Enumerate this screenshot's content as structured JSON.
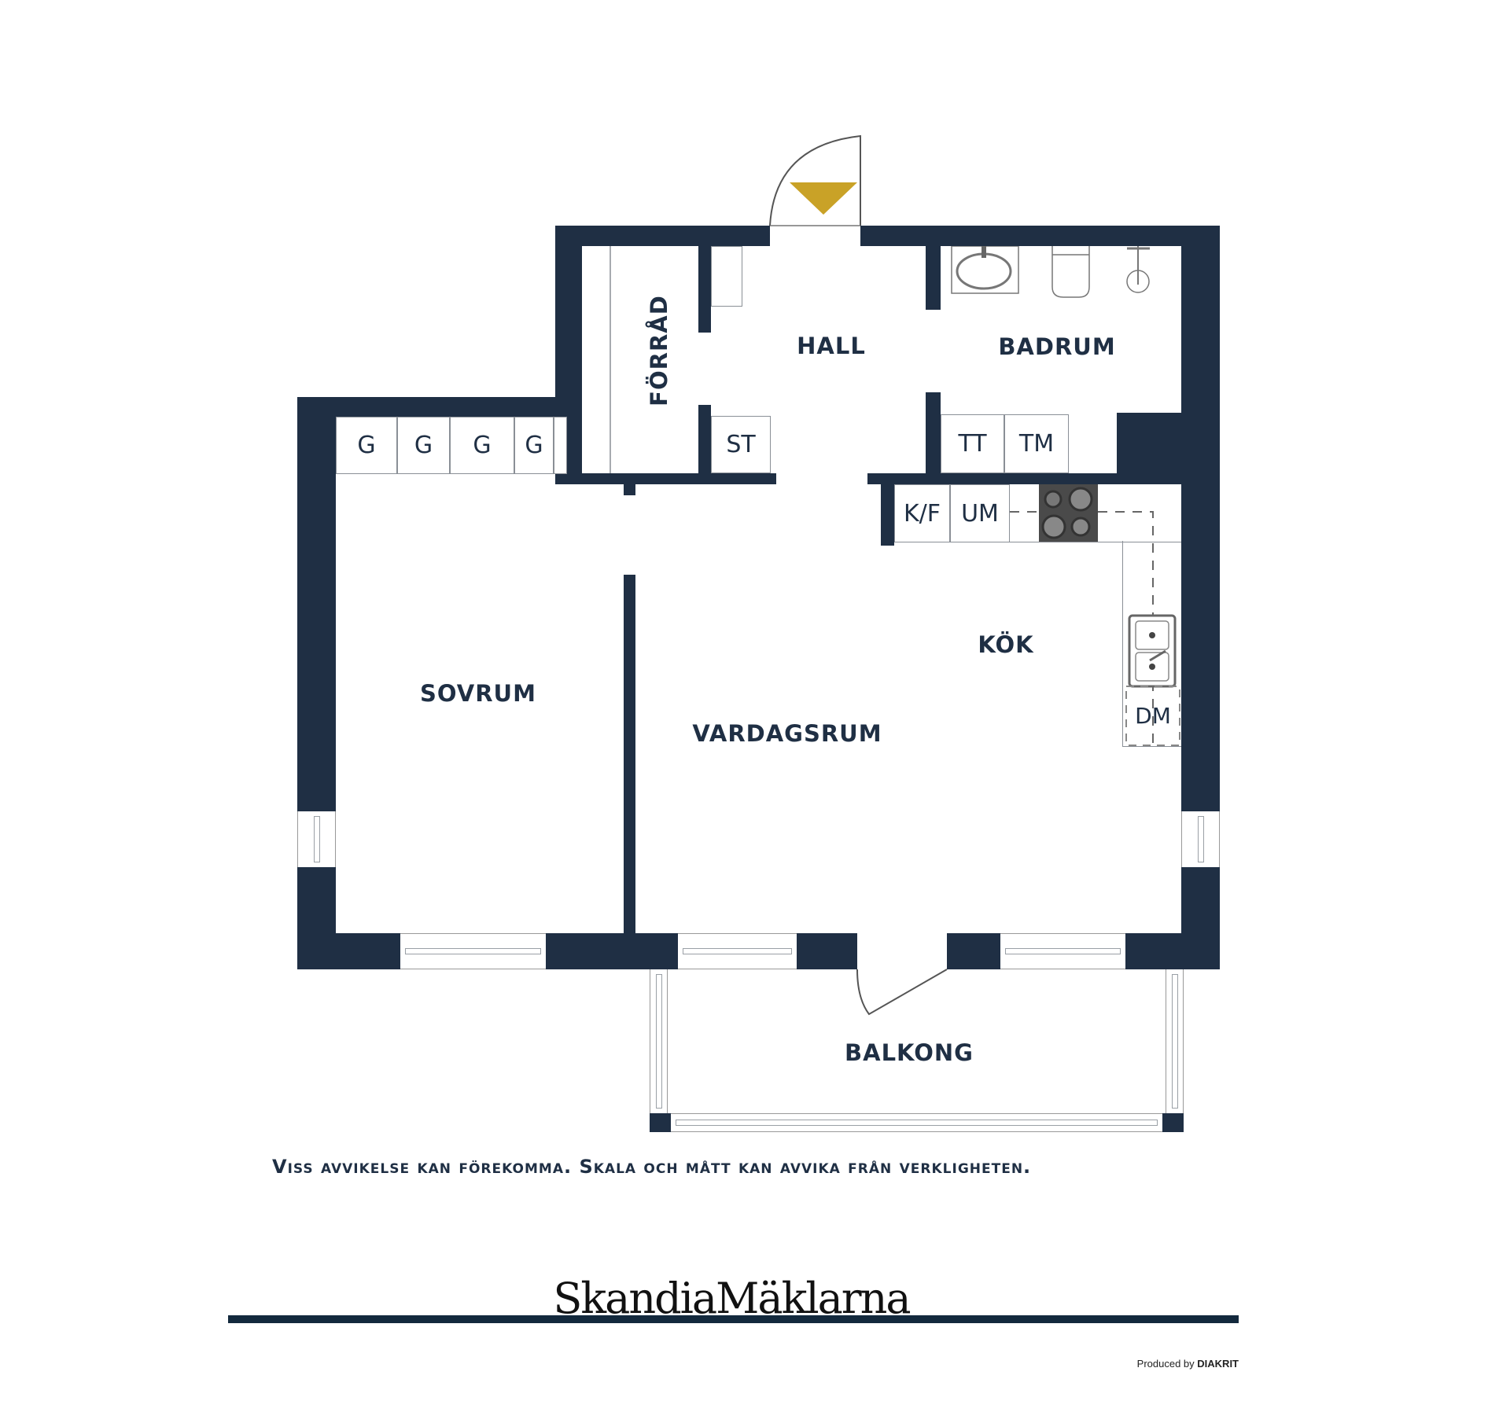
{
  "floorplan": {
    "rooms": {
      "forrad": "FÖRRÅD",
      "hall": "HALL",
      "badrum": "BADRUM",
      "sovrum": "SOVRUM",
      "vardagsrum": "VARDAGSRUM",
      "kok": "KÖK",
      "balkong": "BALKONG"
    },
    "fixtures": {
      "wardrobes": [
        "G",
        "G",
        "G",
        "G"
      ],
      "st": "ST",
      "tt": "TT",
      "tm": "TM",
      "kf": "K/F",
      "um": "UM",
      "dm": "DM"
    },
    "entrance_marker_color": "#c9a227",
    "wall_color": "#1f2f44"
  },
  "footer": {
    "disclaimer": "Viss avvikelse kan förekomma. Skala och mått kan avvika från verkligheten.",
    "logo": "SkandiaMäklarna",
    "credit_prefix": "Produced by",
    "credit_brand": "DIAKRIT"
  }
}
